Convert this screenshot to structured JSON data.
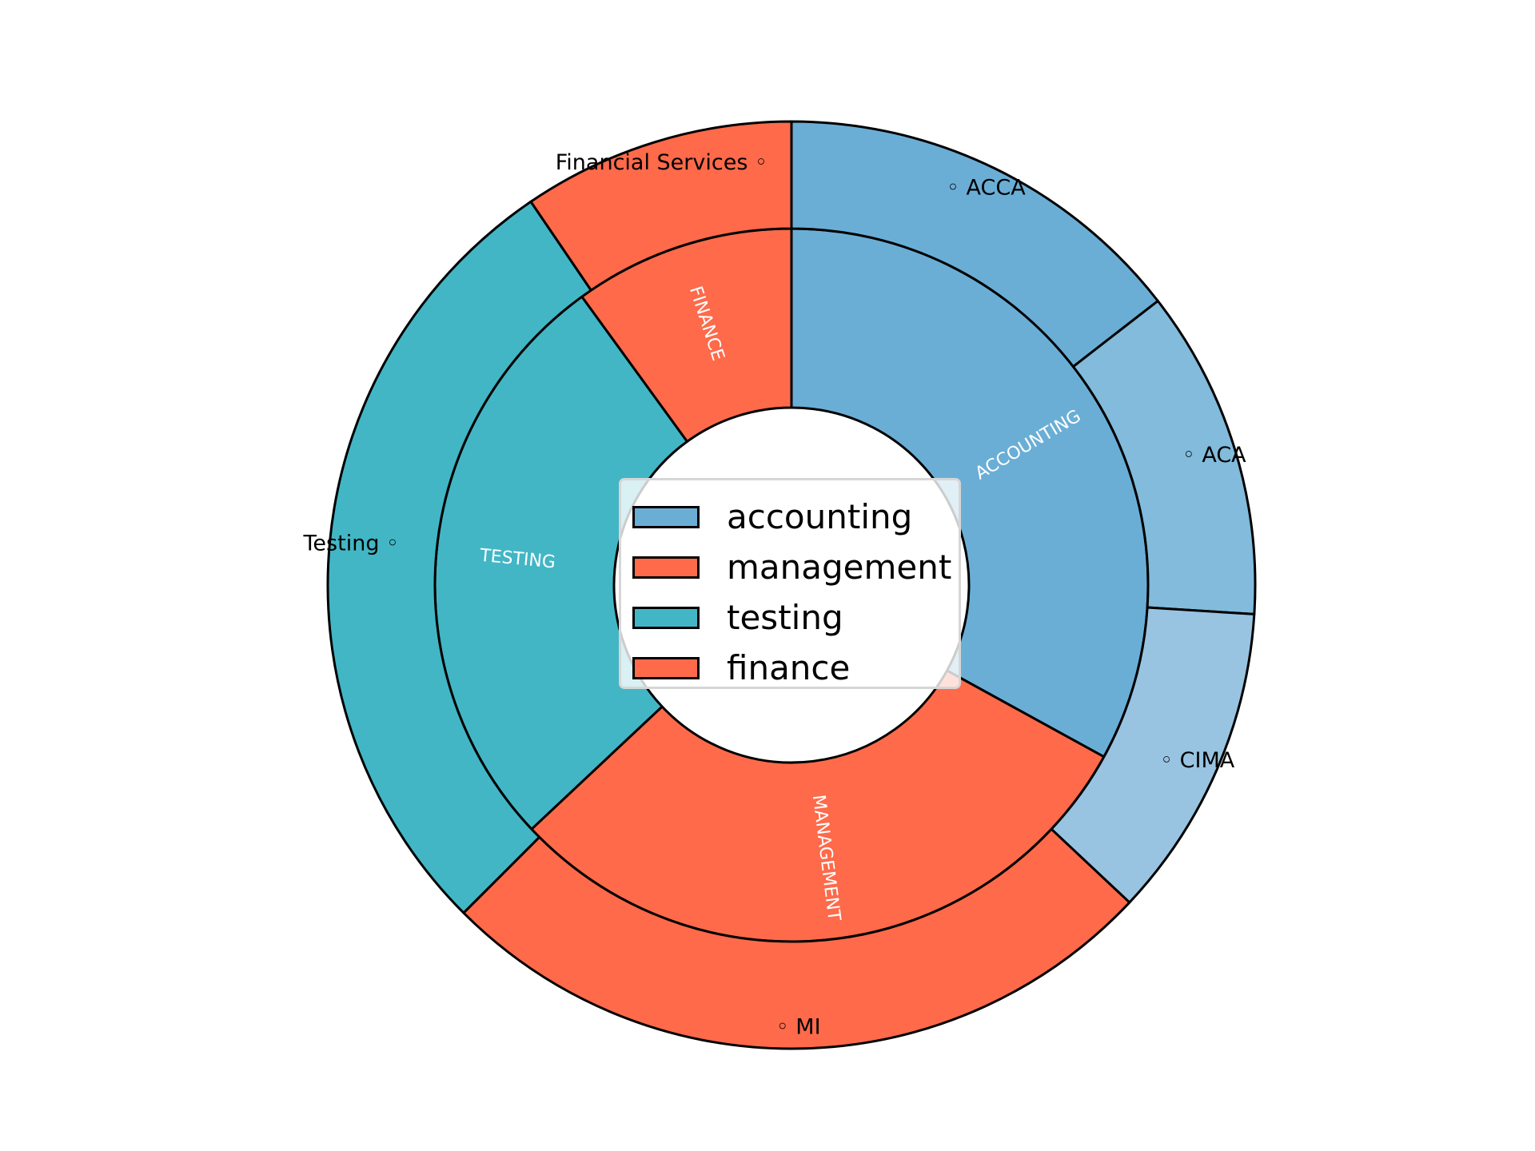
{
  "chart_data": {
    "type": "pie",
    "subtype": "nested-donut",
    "inner_ring": [
      {
        "label": "ACCOUNTING",
        "value": 33,
        "color": "#6aaed6"
      },
      {
        "label": "MANAGEMENT",
        "value": 30,
        "color": "#fe6a4a"
      },
      {
        "label": "TESTING",
        "value": 27,
        "color": "#42b6c5"
      },
      {
        "label": "FINANCE",
        "value": 10,
        "color": "#fe6a4a"
      }
    ],
    "outer_ring": [
      {
        "label": "ACCA",
        "value": 14.5,
        "group": "ACCOUNTING",
        "color": "#6aaed6"
      },
      {
        "label": "ACA",
        "value": 11.5,
        "group": "ACCOUNTING",
        "color": "#82bbdb"
      },
      {
        "label": "CIMA",
        "value": 11,
        "group": "ACCOUNTING",
        "color": "#98c4e1"
      },
      {
        "label": "MI",
        "value": 25.5,
        "group": "MANAGEMENT",
        "color": "#fe6a4a"
      },
      {
        "label": "Testing",
        "value": 28,
        "group": "TESTING",
        "color": "#42b6c5"
      },
      {
        "label": "Financial Services",
        "value": 9.5,
        "group": "FINANCE",
        "color": "#fe6a4a"
      }
    ],
    "start_angle_deg": 90,
    "direction": "clockwise",
    "legend": {
      "placement": "center",
      "entries": [
        {
          "label": "accounting",
          "color": "#6aaed6"
        },
        {
          "label": "management",
          "color": "#fe6a4a"
        },
        {
          "label": "testing",
          "color": "#42b6c5"
        },
        {
          "label": "finance",
          "color": "#fe6a4a"
        }
      ]
    },
    "edge_color": "#000000",
    "inner_label_color": "#ffffff",
    "outer_label_color": "#000000",
    "outer_label_marker": "◦"
  }
}
